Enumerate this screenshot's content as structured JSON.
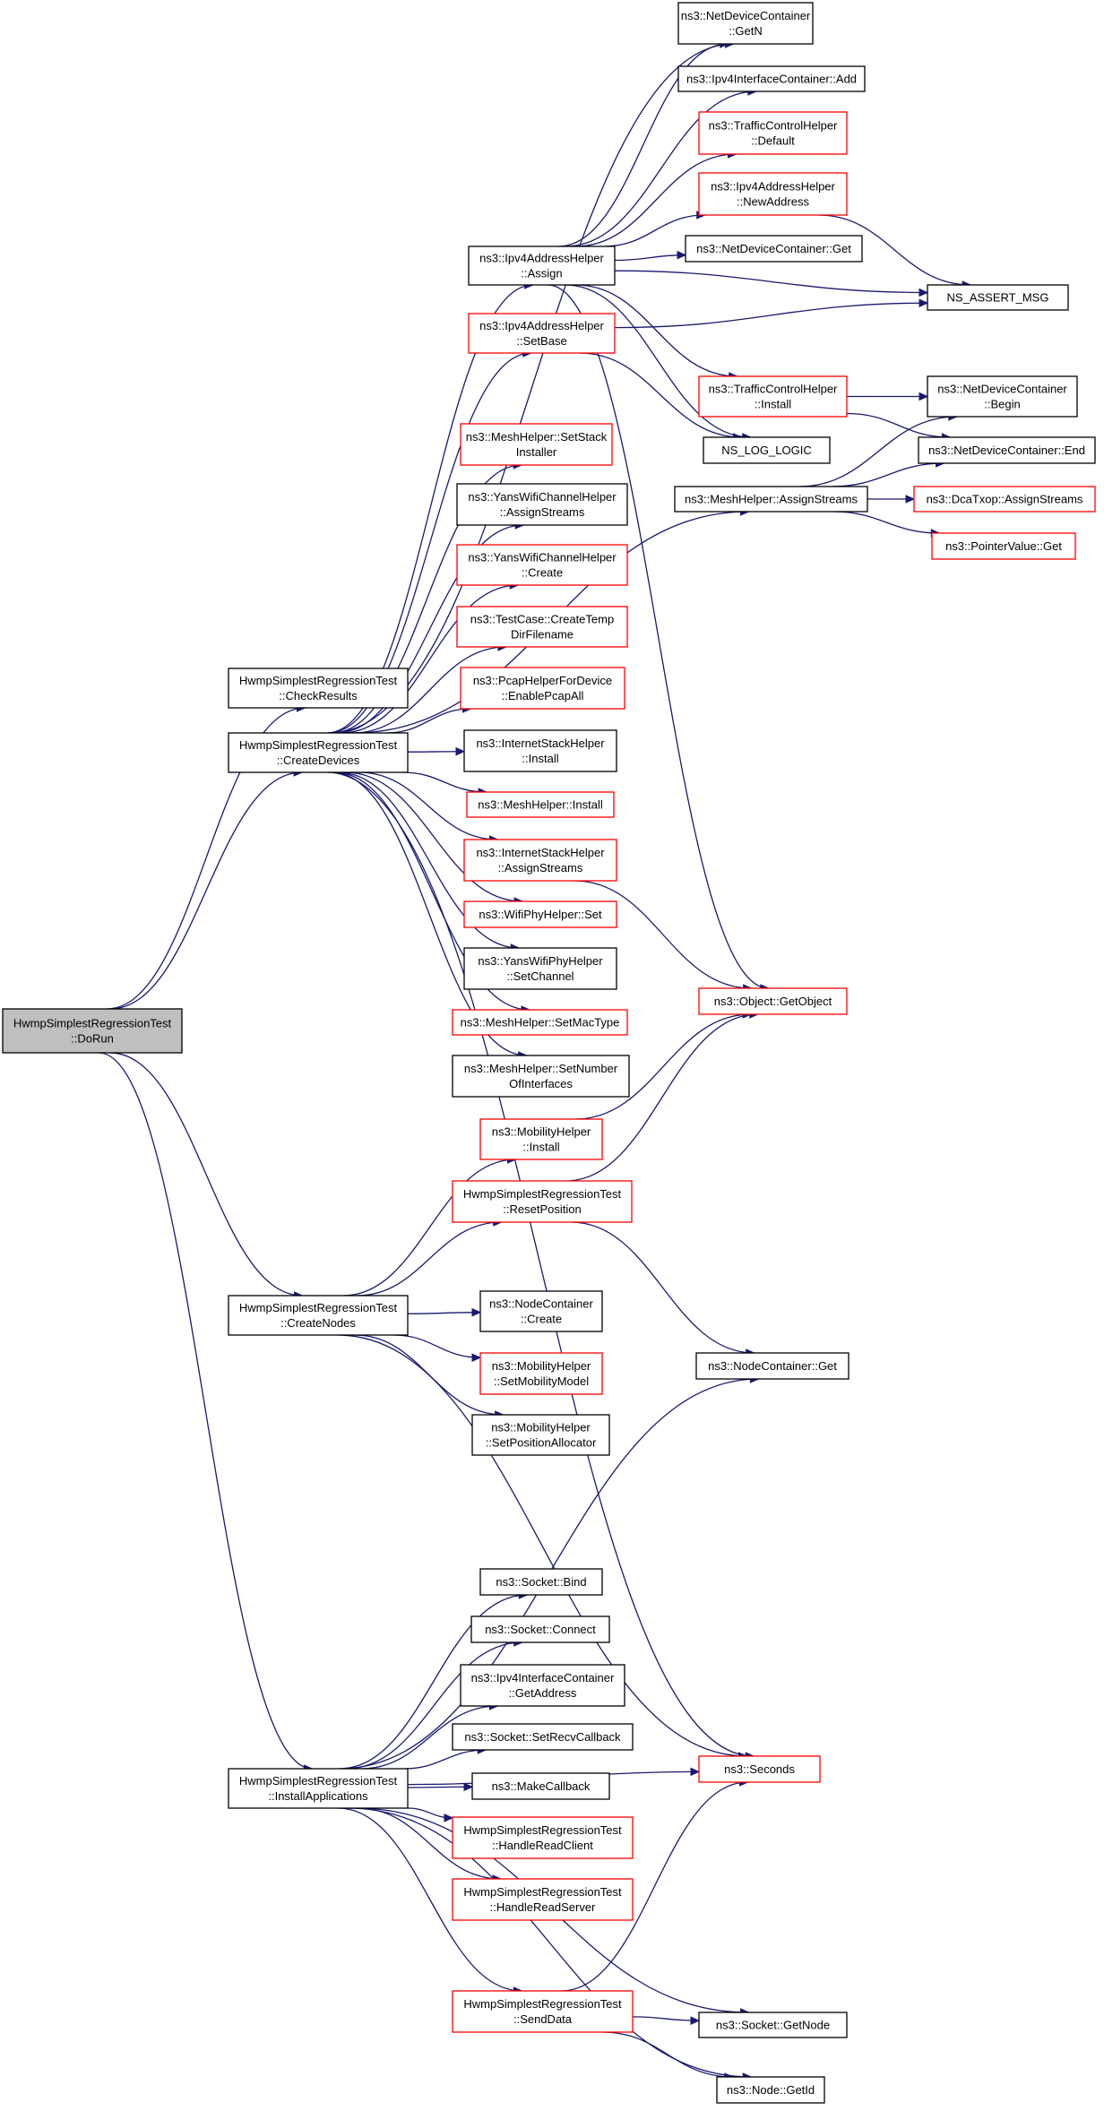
{
  "colors": {
    "edge": "#191970",
    "link_border": "#ff0000",
    "plain_border": "#000000",
    "root_fill": "#bfbfbf"
  },
  "nodes": [
    {
      "id": "dorun",
      "lines": [
        "HwmpSimplestRegressionTest",
        "::DoRun"
      ],
      "style": "root"
    },
    {
      "id": "checkresults",
      "lines": [
        "HwmpSimplestRegressionTest",
        "::CheckResults"
      ],
      "style": "plain"
    },
    {
      "id": "createdevices",
      "lines": [
        "HwmpSimplestRegressionTest",
        "::CreateDevices"
      ],
      "style": "plain"
    },
    {
      "id": "createnodes",
      "lines": [
        "HwmpSimplestRegressionTest",
        "::CreateNodes"
      ],
      "style": "plain"
    },
    {
      "id": "installapps",
      "lines": [
        "HwmpSimplestRegressionTest",
        "::InstallApplications"
      ],
      "style": "plain"
    },
    {
      "id": "ndc_getn",
      "lines": [
        "ns3::NetDeviceContainer",
        "::GetN"
      ],
      "style": "plain"
    },
    {
      "id": "ipv4ic_add",
      "lines": [
        "ns3::Ipv4InterfaceContainer::Add"
      ],
      "style": "plain"
    },
    {
      "id": "tch_default",
      "lines": [
        "ns3::TrafficControlHelper",
        "::Default"
      ],
      "style": "red"
    },
    {
      "id": "ipv4ah_newaddr",
      "lines": [
        "ns3::Ipv4AddressHelper",
        "::NewAddress"
      ],
      "style": "red"
    },
    {
      "id": "ipv4ah_assign",
      "lines": [
        "ns3::Ipv4AddressHelper",
        "::Assign"
      ],
      "style": "plain"
    },
    {
      "id": "ndc_get",
      "lines": [
        "ns3::NetDeviceContainer::Get"
      ],
      "style": "plain"
    },
    {
      "id": "ns_assert",
      "lines": [
        "NS_ASSERT_MSG"
      ],
      "style": "plain"
    },
    {
      "id": "ipv4ah_setbase",
      "lines": [
        "ns3::Ipv4AddressHelper",
        "::SetBase"
      ],
      "style": "red"
    },
    {
      "id": "tch_install",
      "lines": [
        "ns3::TrafficControlHelper",
        "::Install"
      ],
      "style": "red"
    },
    {
      "id": "ndc_begin",
      "lines": [
        "ns3::NetDeviceContainer",
        "::Begin"
      ],
      "style": "plain"
    },
    {
      "id": "ns_log",
      "lines": [
        "NS_LOG_LOGIC"
      ],
      "style": "plain"
    },
    {
      "id": "ndc_end",
      "lines": [
        "ns3::NetDeviceContainer::End"
      ],
      "style": "plain"
    },
    {
      "id": "mh_setstack",
      "lines": [
        "ns3::MeshHelper::SetStack",
        "Installer"
      ],
      "style": "red"
    },
    {
      "id": "mh_assign",
      "lines": [
        "ns3::MeshHelper::AssignStreams"
      ],
      "style": "plain"
    },
    {
      "id": "dcatxop",
      "lines": [
        "ns3::DcaTxop::AssignStreams"
      ],
      "style": "red"
    },
    {
      "id": "yanschan_assign",
      "lines": [
        "ns3::YansWifiChannelHelper",
        "::AssignStreams"
      ],
      "style": "plain"
    },
    {
      "id": "pointer_get",
      "lines": [
        "ns3::PointerValue::Get"
      ],
      "style": "red"
    },
    {
      "id": "yanschan_create",
      "lines": [
        "ns3::YansWifiChannelHelper",
        "::Create"
      ],
      "style": "red"
    },
    {
      "id": "tc_createtemp",
      "lines": [
        "ns3::TestCase::CreateTemp",
        "DirFilename"
      ],
      "style": "red"
    },
    {
      "id": "pcap",
      "lines": [
        "ns3::PcapHelperForDevice",
        "::EnablePcapAll"
      ],
      "style": "red"
    },
    {
      "id": "ish_install",
      "lines": [
        "ns3::InternetStackHelper",
        "::Install"
      ],
      "style": "plain"
    },
    {
      "id": "mh_install",
      "lines": [
        "ns3::MeshHelper::Install"
      ],
      "style": "red"
    },
    {
      "id": "ish_assign",
      "lines": [
        "ns3::InternetStackHelper",
        "::AssignStreams"
      ],
      "style": "red"
    },
    {
      "id": "wifiphy_set",
      "lines": [
        "ns3::WifiPhyHelper::Set"
      ],
      "style": "red"
    },
    {
      "id": "yansphy_setch",
      "lines": [
        "ns3::YansWifiPhyHelper",
        "::SetChannel"
      ],
      "style": "plain"
    },
    {
      "id": "getobject",
      "lines": [
        "ns3::Object::GetObject"
      ],
      "style": "red"
    },
    {
      "id": "mh_setmac",
      "lines": [
        "ns3::MeshHelper::SetMacType"
      ],
      "style": "red"
    },
    {
      "id": "mh_setnum",
      "lines": [
        "ns3::MeshHelper::SetNumber",
        "OfInterfaces"
      ],
      "style": "plain"
    },
    {
      "id": "mob_install",
      "lines": [
        "ns3::MobilityHelper",
        "::Install"
      ],
      "style": "red"
    },
    {
      "id": "resetpos",
      "lines": [
        "HwmpSimplestRegressionTest",
        "::ResetPosition"
      ],
      "style": "red"
    },
    {
      "id": "nc_create",
      "lines": [
        "ns3::NodeContainer",
        "::Create"
      ],
      "style": "plain"
    },
    {
      "id": "nc_get",
      "lines": [
        "ns3::NodeContainer::Get"
      ],
      "style": "plain"
    },
    {
      "id": "mob_setmodel",
      "lines": [
        "ns3::MobilityHelper",
        "::SetMobilityModel"
      ],
      "style": "red"
    },
    {
      "id": "mob_setalloc",
      "lines": [
        "ns3::MobilityHelper",
        "::SetPositionAllocator"
      ],
      "style": "plain"
    },
    {
      "id": "sock_bind",
      "lines": [
        "ns3::Socket::Bind"
      ],
      "style": "plain"
    },
    {
      "id": "sock_connect",
      "lines": [
        "ns3::Socket::Connect"
      ],
      "style": "plain"
    },
    {
      "id": "ipv4ic_getaddr",
      "lines": [
        "ns3::Ipv4InterfaceContainer",
        "::GetAddress"
      ],
      "style": "plain"
    },
    {
      "id": "sock_setrecv",
      "lines": [
        "ns3::Socket::SetRecvCallback"
      ],
      "style": "plain"
    },
    {
      "id": "seconds",
      "lines": [
        "ns3::Seconds"
      ],
      "style": "red"
    },
    {
      "id": "makecallback",
      "lines": [
        "ns3::MakeCallback"
      ],
      "style": "plain"
    },
    {
      "id": "readclient",
      "lines": [
        "HwmpSimplestRegressionTest",
        "::HandleReadClient"
      ],
      "style": "red"
    },
    {
      "id": "readserver",
      "lines": [
        "HwmpSimplestRegressionTest",
        "::HandleReadServer"
      ],
      "style": "red"
    },
    {
      "id": "senddata",
      "lines": [
        "HwmpSimplestRegressionTest",
        "::SendData"
      ],
      "style": "red"
    },
    {
      "id": "sock_getnode",
      "lines": [
        "ns3::Socket::GetNode"
      ],
      "style": "plain"
    },
    {
      "id": "node_getid",
      "lines": [
        "ns3::Node::GetId"
      ],
      "style": "plain"
    }
  ],
  "edges": [
    [
      "dorun",
      "checkresults"
    ],
    [
      "dorun",
      "createdevices"
    ],
    [
      "dorun",
      "createnodes"
    ],
    [
      "dorun",
      "installapps"
    ],
    [
      "createdevices",
      "ipv4ah_assign"
    ],
    [
      "createdevices",
      "ipv4ah_setbase"
    ],
    [
      "createdevices",
      "mh_assign"
    ],
    [
      "createdevices",
      "mh_setstack"
    ],
    [
      "createdevices",
      "yanschan_assign"
    ],
    [
      "createdevices",
      "yanschan_create"
    ],
    [
      "createdevices",
      "tc_createtemp"
    ],
    [
      "createdevices",
      "pcap"
    ],
    [
      "createdevices",
      "ish_install"
    ],
    [
      "createdevices",
      "mh_install"
    ],
    [
      "createdevices",
      "ish_assign"
    ],
    [
      "createdevices",
      "wifiphy_set"
    ],
    [
      "createdevices",
      "yansphy_setch"
    ],
    [
      "createdevices",
      "mh_setmac"
    ],
    [
      "createdevices",
      "mh_setnum"
    ],
    [
      "createdevices",
      "ndc_getn"
    ],
    [
      "createdevices",
      "seconds"
    ],
    [
      "ipv4ah_assign",
      "ndc_getn"
    ],
    [
      "ipv4ah_assign",
      "ipv4ic_add"
    ],
    [
      "ipv4ah_assign",
      "tch_default"
    ],
    [
      "ipv4ah_assign",
      "ipv4ah_newaddr"
    ],
    [
      "ipv4ah_assign",
      "ndc_get"
    ],
    [
      "ipv4ah_assign",
      "ns_assert"
    ],
    [
      "ipv4ah_assign",
      "tch_install"
    ],
    [
      "ipv4ah_assign",
      "ns_log"
    ],
    [
      "ipv4ah_assign",
      "getobject"
    ],
    [
      "ipv4ah_newaddr",
      "ns_assert"
    ],
    [
      "ipv4ah_setbase",
      "ns_assert"
    ],
    [
      "ipv4ah_setbase",
      "ns_log"
    ],
    [
      "tch_install",
      "ndc_begin"
    ],
    [
      "tch_install",
      "ndc_end"
    ],
    [
      "mh_assign",
      "ndc_begin"
    ],
    [
      "mh_assign",
      "ndc_end"
    ],
    [
      "mh_assign",
      "dcatxop"
    ],
    [
      "mh_assign",
      "pointer_get"
    ],
    [
      "ish_assign",
      "getobject"
    ],
    [
      "createnodes",
      "mob_install"
    ],
    [
      "createnodes",
      "resetpos"
    ],
    [
      "createnodes",
      "nc_create"
    ],
    [
      "createnodes",
      "mob_setmodel"
    ],
    [
      "createnodes",
      "mob_setalloc"
    ],
    [
      "createnodes",
      "seconds"
    ],
    [
      "mob_install",
      "getobject"
    ],
    [
      "resetpos",
      "getobject"
    ],
    [
      "resetpos",
      "nc_get"
    ],
    [
      "installapps",
      "nc_get"
    ],
    [
      "installapps",
      "sock_bind"
    ],
    [
      "installapps",
      "sock_connect"
    ],
    [
      "installapps",
      "ipv4ic_getaddr"
    ],
    [
      "installapps",
      "sock_setrecv"
    ],
    [
      "installapps",
      "makecallback"
    ],
    [
      "installapps",
      "readclient"
    ],
    [
      "installapps",
      "readserver"
    ],
    [
      "installapps",
      "senddata"
    ],
    [
      "installapps",
      "seconds"
    ],
    [
      "installapps",
      "sock_getnode"
    ],
    [
      "installapps",
      "node_getid"
    ],
    [
      "senddata",
      "seconds"
    ],
    [
      "senddata",
      "sock_getnode"
    ],
    [
      "senddata",
      "node_getid"
    ]
  ]
}
